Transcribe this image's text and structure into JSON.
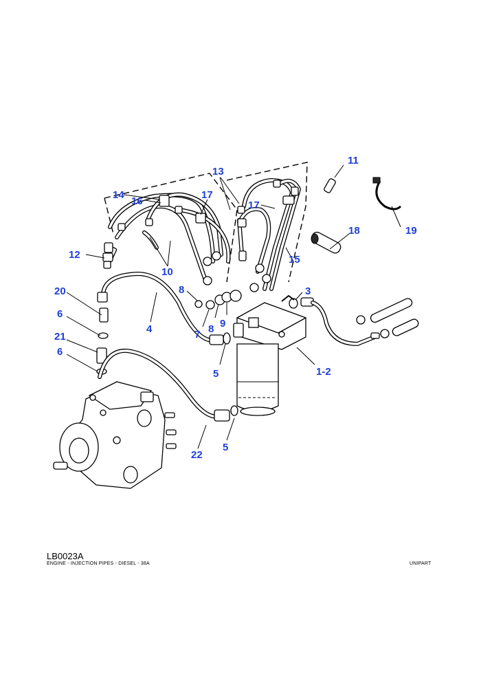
{
  "diagram": {
    "code": "LB0023A",
    "description": "ENGINE - INJECTION PIPES - DIESEL - 38A",
    "brand": "UNIPART",
    "callouts": {
      "c1_2": "1-2",
      "c3": "3",
      "c4": "4",
      "c5a": "5",
      "c5b": "5",
      "c6a": "6",
      "c6b": "6",
      "c7": "7",
      "c8a": "8",
      "c8b": "8",
      "c9": "9",
      "c10": "10",
      "c11": "11",
      "c12": "12",
      "c13": "13",
      "c14": "14",
      "c15": "15",
      "c16": "16",
      "c17a": "17",
      "c17b": "17",
      "c18": "18",
      "c19": "19",
      "c20": "20",
      "c21": "21",
      "c22": "22"
    },
    "colors": {
      "callout": "#1f3fd6",
      "line": "#000000"
    }
  }
}
